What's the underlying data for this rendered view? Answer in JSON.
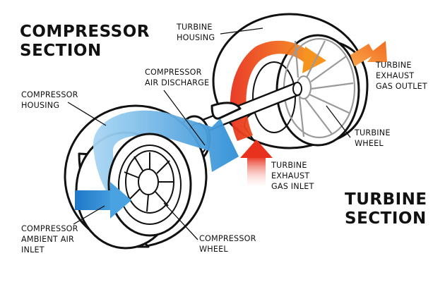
{
  "sections": {
    "compressor": [
      "COMPRESSOR",
      "SECTION"
    ],
    "turbine": [
      "TURBINE",
      "SECTION"
    ]
  },
  "labels": {
    "turbine_housing": [
      "TURBINE",
      "HOUSING"
    ],
    "compressor_air_discharge": [
      "COMPRESSOR",
      "AIR DISCHARGE"
    ],
    "compressor_housing": [
      "COMPRESSOR",
      "HOUSING"
    ],
    "turbine_exhaust_gas_outlet": [
      "TURBINE",
      "EXHAUST",
      "GAS OUTLET"
    ],
    "turbine_wheel": [
      "TURBINE",
      "WHEEL"
    ],
    "turbine_exhaust_gas_inlet": [
      "TURBINE",
      "EXHAUST",
      "GAS INLET"
    ],
    "compressor_ambient_air_inlet": [
      "COMPRESSOR",
      "AMBIENT AIR",
      "INLET"
    ],
    "compressor_wheel": [
      "COMPRESSOR",
      "WHEEL"
    ]
  },
  "colors": {
    "cold_air": "#4aa3e0",
    "cold_air_light": "#8cc8ef",
    "hot_gas": "#e8321e",
    "hot_gas_mid": "#f26a1f",
    "hot_gas_light": "#f7941d",
    "ink": "#111111",
    "wheel_grey": "#9a9a9a"
  }
}
